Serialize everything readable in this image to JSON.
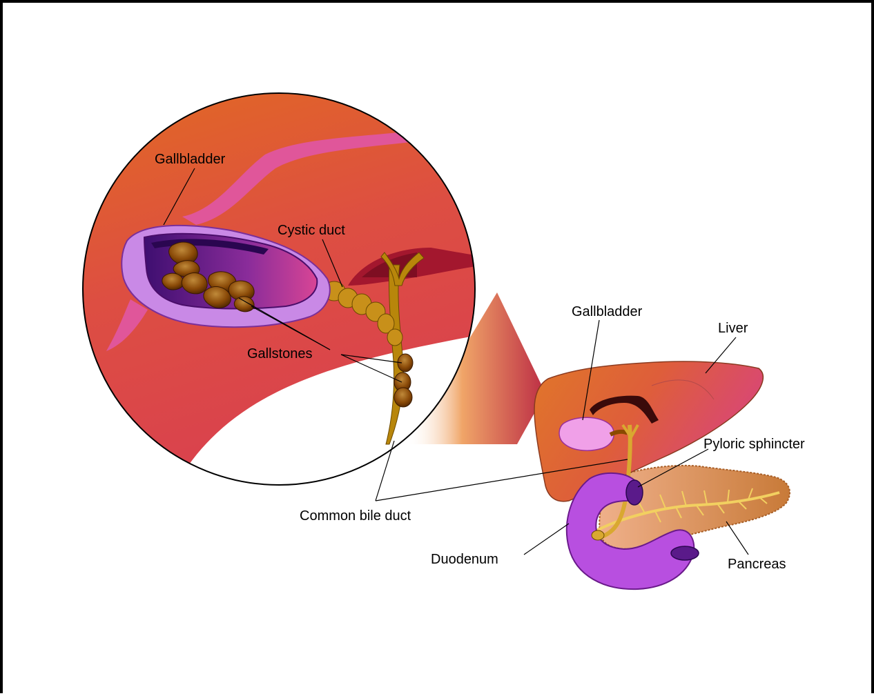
{
  "labels": {
    "gallbladder_zoom": "Gallbladder",
    "cystic_duct": "Cystic duct",
    "gallstones": "Gallstones",
    "gallbladder": "Gallbladder",
    "liver": "Liver",
    "pyloric_sphincter": "Pyloric sphincter",
    "common_bile_duct": "Common bile duct",
    "duodenum": "Duodenum",
    "pancreas": "Pancreas"
  },
  "colors": {
    "liver_orange": "#E0662A",
    "liver_red": "#D9454F",
    "liver_pink": "#D83E73",
    "gallbladder_wall": "#C989E6",
    "gallbladder_lumen": "#6A1E86",
    "bile_duct": "#B8860B",
    "gallstone": "#7A3B00",
    "duodenum": "#B84FE0",
    "pancreas": "#D9935A"
  },
  "icons": {
    "magnifier": "zoom-circle-icon"
  }
}
